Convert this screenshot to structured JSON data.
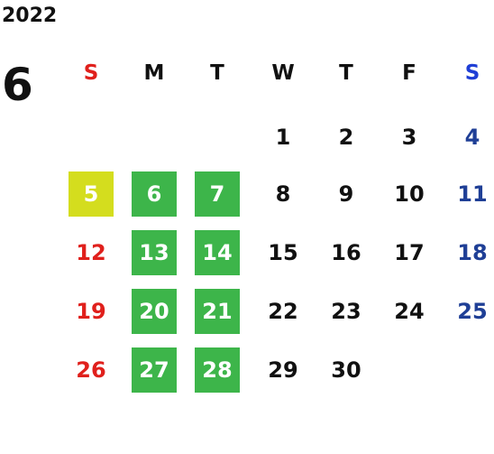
{
  "calendar": {
    "year": "2022",
    "month": "6",
    "weekdays": [
      {
        "label": "S",
        "color": "#e0201c"
      },
      {
        "label": "M",
        "color": "#111111"
      },
      {
        "label": "T",
        "color": "#111111"
      },
      {
        "label": "W",
        "color": "#111111"
      },
      {
        "label": "T",
        "color": "#111111"
      },
      {
        "label": "F",
        "color": "#111111"
      },
      {
        "label": "S",
        "color": "#1f3fd6"
      }
    ],
    "colors": {
      "weekday_text": "#111111",
      "sunday_text": "#e0201c",
      "saturday_text": "#1f3f96",
      "highlight_text": "#ffffff",
      "green_highlight": "#3db54a",
      "yellow_highlight": "#d4dd1e"
    },
    "weeks": [
      [
        null,
        null,
        null,
        {
          "day": "1"
        },
        {
          "day": "2"
        },
        {
          "day": "3"
        },
        {
          "day": "4"
        }
      ],
      [
        {
          "day": "5",
          "highlight": "yellow"
        },
        {
          "day": "6",
          "highlight": "green"
        },
        {
          "day": "7",
          "highlight": "green"
        },
        {
          "day": "8"
        },
        {
          "day": "9"
        },
        {
          "day": "10"
        },
        {
          "day": "11"
        }
      ],
      [
        {
          "day": "12"
        },
        {
          "day": "13",
          "highlight": "green"
        },
        {
          "day": "14",
          "highlight": "green"
        },
        {
          "day": "15"
        },
        {
          "day": "16"
        },
        {
          "day": "17"
        },
        {
          "day": "18"
        }
      ],
      [
        {
          "day": "19"
        },
        {
          "day": "20",
          "highlight": "green"
        },
        {
          "day": "21",
          "highlight": "green"
        },
        {
          "day": "22"
        },
        {
          "day": "23"
        },
        {
          "day": "24"
        },
        {
          "day": "25"
        }
      ],
      [
        {
          "day": "26"
        },
        {
          "day": "27",
          "highlight": "green"
        },
        {
          "day": "28",
          "highlight": "green"
        },
        {
          "day": "29"
        },
        {
          "day": "30"
        },
        null,
        null
      ]
    ]
  }
}
